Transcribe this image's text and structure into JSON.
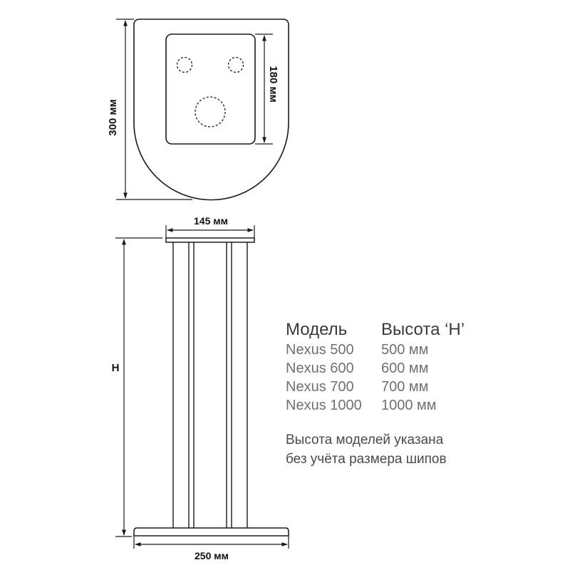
{
  "top_view": {
    "outer_depth_label": "300 мм",
    "inner_plate_label": "180 мм"
  },
  "side_view": {
    "top_plate_width_label": "145 мм",
    "height_label": "H",
    "base_width_label": "250 мм"
  },
  "spec_table": {
    "headers": [
      "Модель",
      "Высота ‘H’"
    ],
    "rows": [
      {
        "model": "Nexus 500",
        "height": "500 мм"
      },
      {
        "model": "Nexus 600",
        "height": "600 мм"
      },
      {
        "model": "Nexus 700",
        "height": "700 мм"
      },
      {
        "model": "Nexus 1000",
        "height": "1000 мм"
      }
    ]
  },
  "note": {
    "line1": "Высота моделей указана",
    "line2": "без учёта размера шипов"
  },
  "colors": {
    "line": "#1a1a1a",
    "header_text": "#3a3a3a",
    "row_text": "#707070"
  }
}
